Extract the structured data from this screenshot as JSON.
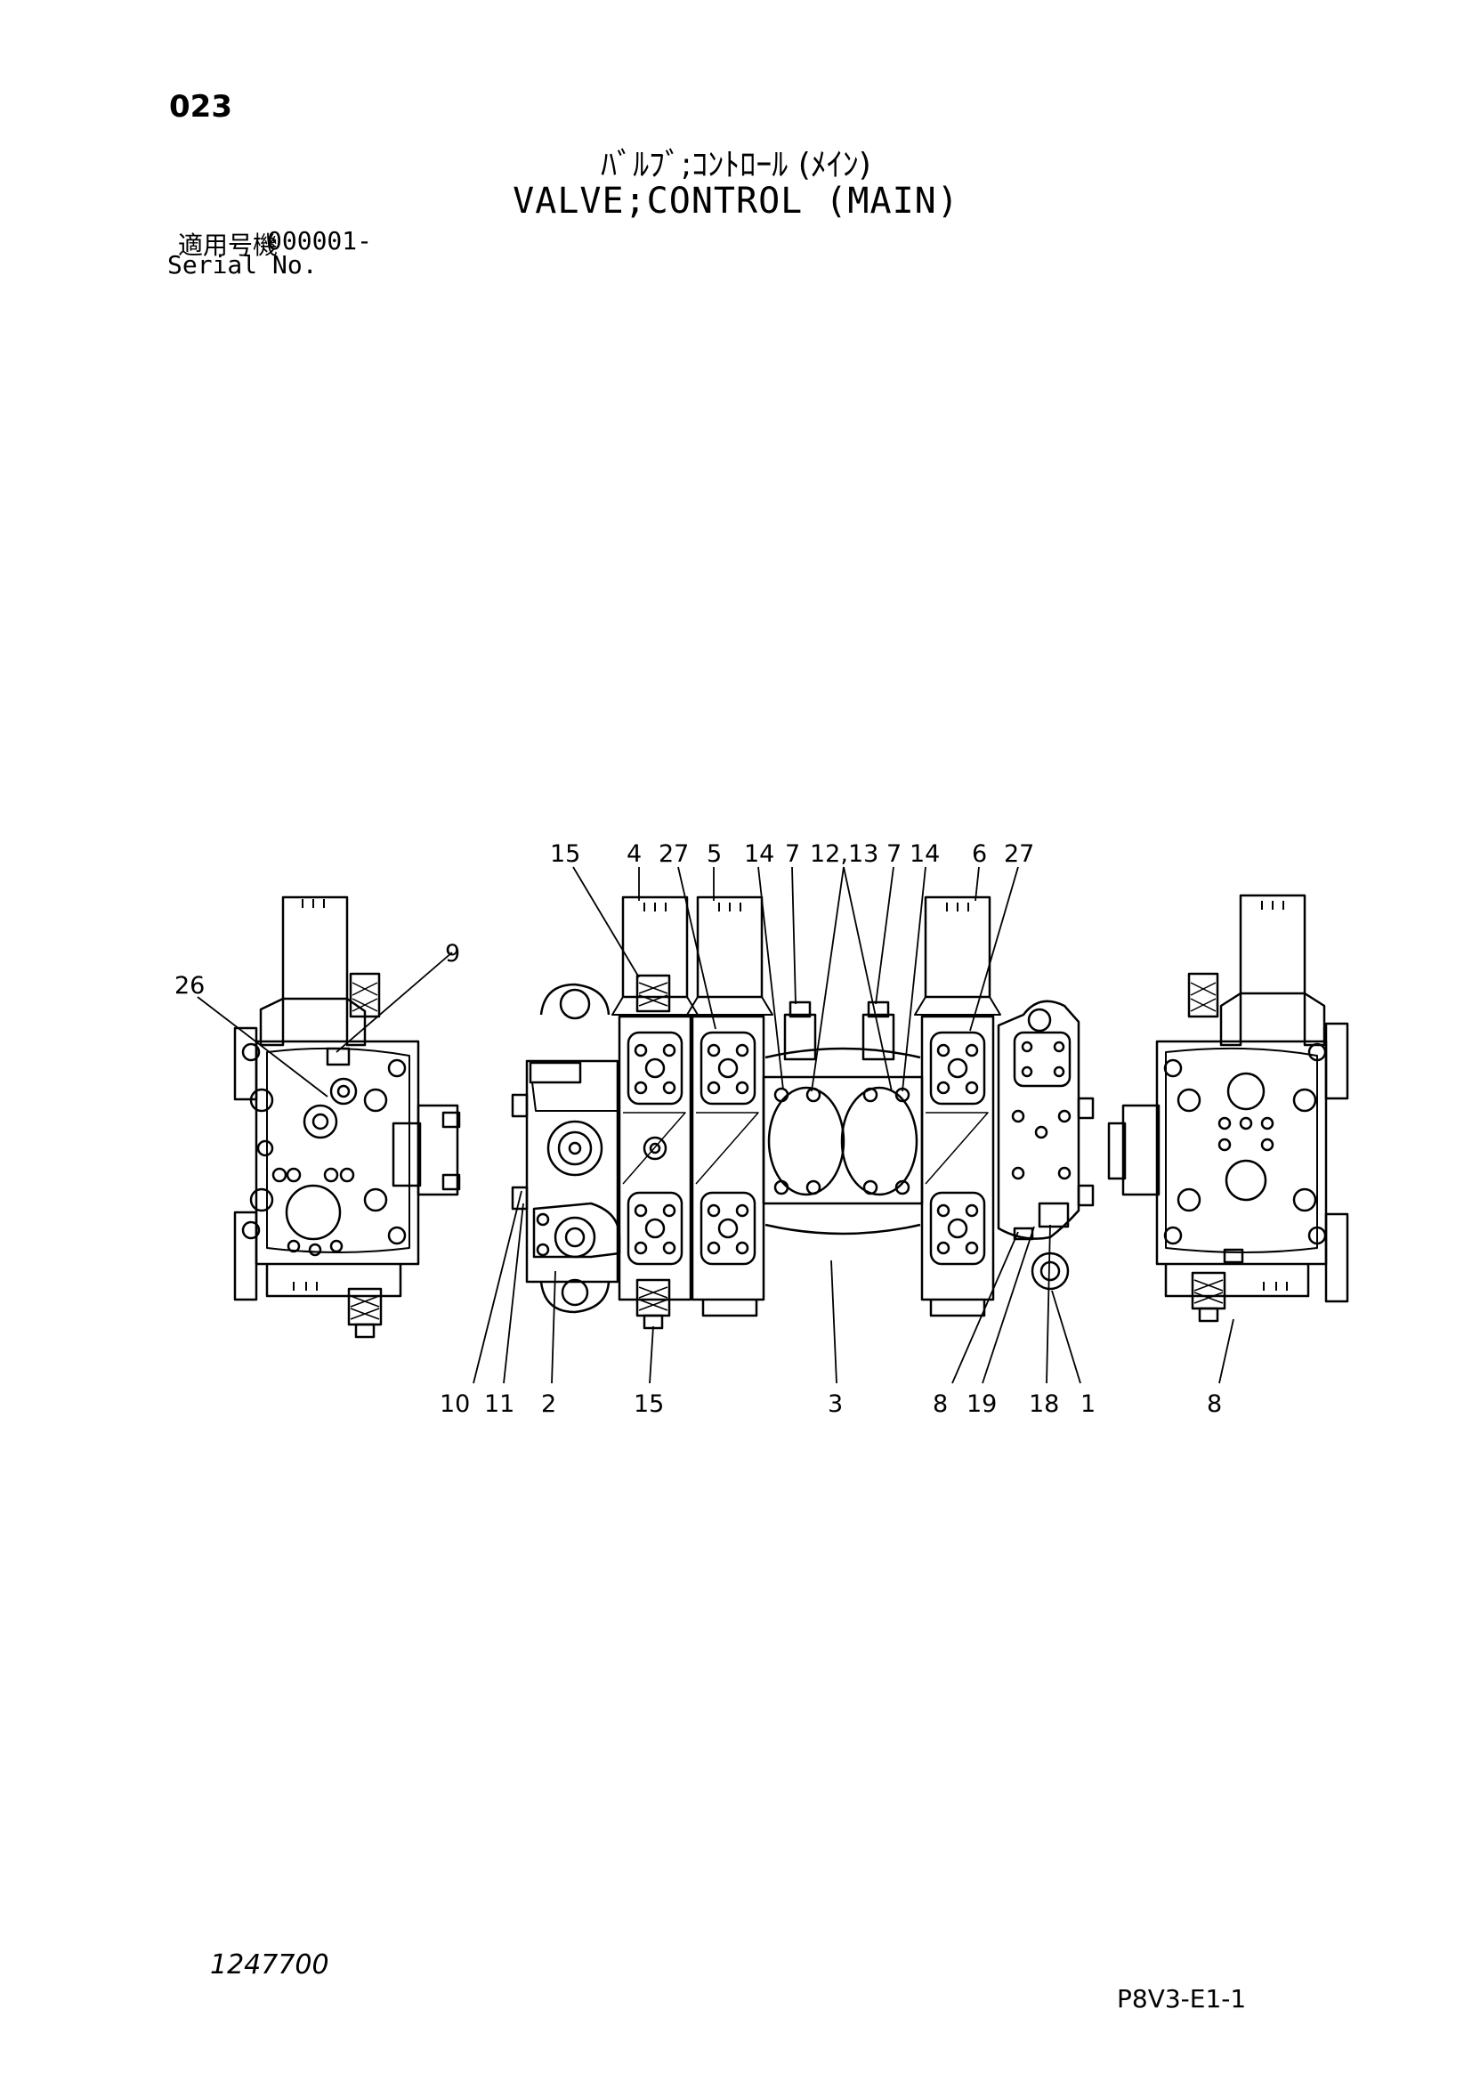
{
  "page": {
    "number": "023",
    "title_jp": "ﾊﾞﾙﾌﾞ;ｺﾝﾄﾛｰﾙ (ﾒｲﾝ)",
    "title_en": "VALVE;CONTROL (MAIN)",
    "serial_label_jp": "適用号機",
    "serial_value": "000001-",
    "serial_label_en": "Serial No.",
    "drawing_number": "1247700",
    "sheet_code": "P8V3-E1-1"
  },
  "callouts": {
    "top": [
      "15",
      "4",
      "27",
      "5",
      "14",
      "7",
      "12,13",
      "7",
      "14",
      "6",
      "27"
    ],
    "left_view": [
      "9",
      "26"
    ],
    "bottom": [
      "10",
      "11",
      "2",
      "15",
      "3",
      "8",
      "19",
      "18",
      "1",
      "8"
    ]
  }
}
